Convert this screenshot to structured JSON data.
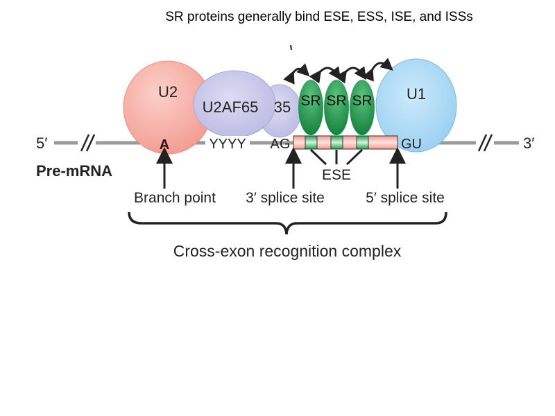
{
  "caption": "SR proteins generally bind ESE, ESS, ISE, and ISSs",
  "strand": {
    "five_prime": "5′",
    "three_prime": "3′",
    "label": "Pre-mRNA"
  },
  "proteins": {
    "u2": "U2",
    "u2af65": "U2AF65",
    "u2af35": "35",
    "sr": [
      "SR",
      "SR",
      "SR"
    ],
    "u1": "U1"
  },
  "sequences": {
    "branch_nucleotide": "A",
    "polypyrimidine": "YYYY",
    "acceptor": "AG",
    "donor": "GU"
  },
  "site_labels": {
    "branch_point": "Branch point",
    "three_splice_site": "3′ splice site",
    "five_splice_site": "5′ splice site",
    "ese": "ESE"
  },
  "complex_label": "Cross-exon recognition complex",
  "colors": {
    "u2": "#f6a9a0",
    "u2af": "#c9c8ea",
    "sr": "#1e9a4a",
    "u1": "#a9d8f4",
    "exon": "#f7b7ac",
    "ese_segment": "#3aa866",
    "strand": "#999999"
  }
}
